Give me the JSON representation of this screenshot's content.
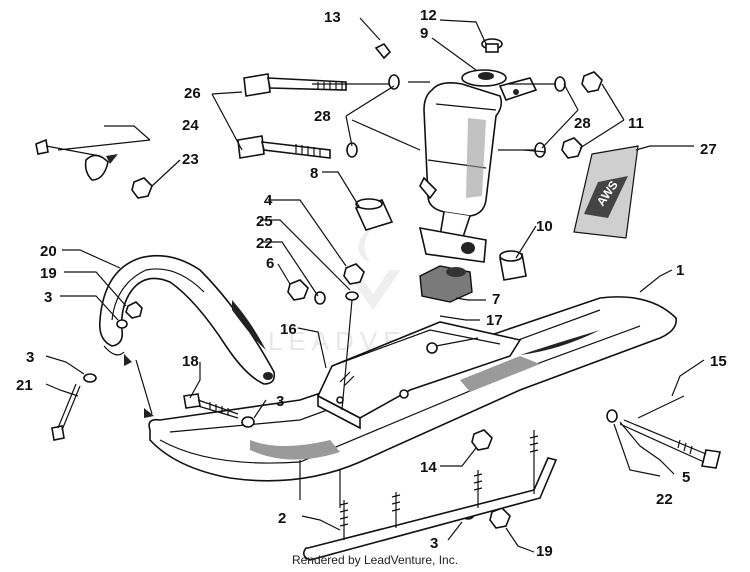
{
  "diagram": {
    "callouts": {
      "c1": "1",
      "c2": "2",
      "c3a": "3",
      "c3b": "3",
      "c3c": "3",
      "c3d": "3",
      "c4": "4",
      "c5": "5",
      "c6": "6",
      "c7": "7",
      "c8": "8",
      "c9": "9",
      "c10": "10",
      "c11": "11",
      "c12": "12",
      "c13": "13",
      "c14": "14",
      "c15": "15",
      "c16": "16",
      "c17": "17",
      "c18": "18",
      "c19a": "19",
      "c19b": "19",
      "c20": "20",
      "c21": "21",
      "c22a": "22",
      "c22b": "22",
      "c23": "23",
      "c24": "24",
      "c25": "25",
      "c26": "26",
      "c27": "27",
      "c28a": "28",
      "c28b": "28"
    },
    "decal_text": "AWS",
    "watermark": "LEADVENTURE"
  },
  "footer": {
    "credit": "Rendered by LeadVenture, Inc."
  }
}
